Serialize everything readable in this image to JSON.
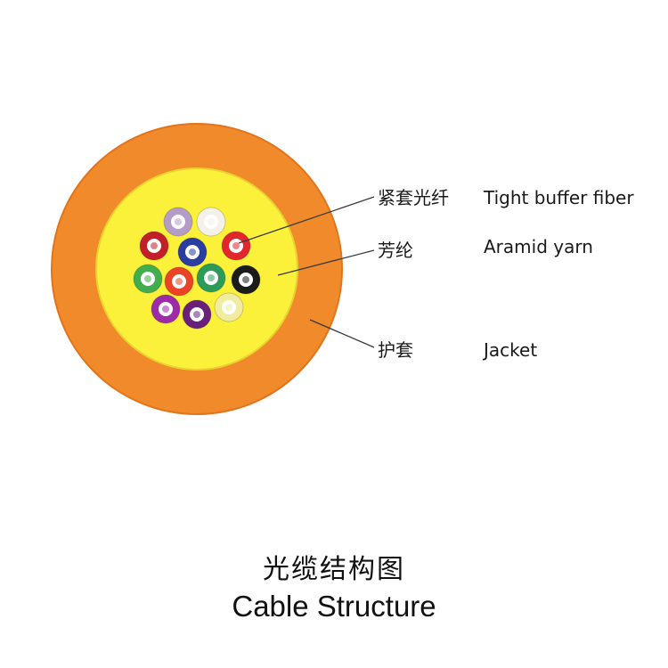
{
  "colors": {
    "jacket": "#f08a2a",
    "jacket_edge": "#e3741a",
    "aramid": "#fbf03a",
    "aramid_edge": "#e9d22e",
    "leader_line": "#3a3a3a"
  },
  "fibers": [
    {
      "name": "lavender",
      "color": "#b49bc8"
    },
    {
      "name": "white",
      "color": "#f3f1ea"
    },
    {
      "name": "dark-red",
      "color": "#c21f28"
    },
    {
      "name": "navy",
      "color": "#2a3da0"
    },
    {
      "name": "red",
      "color": "#e1262e"
    },
    {
      "name": "green",
      "color": "#41ad4e"
    },
    {
      "name": "orange-red",
      "color": "#ea4326"
    },
    {
      "name": "teal-green",
      "color": "#2c9b57"
    },
    {
      "name": "black",
      "color": "#1b1b1b"
    },
    {
      "name": "purple",
      "color": "#9d2aa6"
    },
    {
      "name": "dark-purple",
      "color": "#6a1f7a"
    },
    {
      "name": "cream",
      "color": "#f1eca0"
    }
  ],
  "labels": [
    {
      "cn": "紧套光纤",
      "en": "Tight buffer fiber"
    },
    {
      "cn": "芳纶",
      "en": "Aramid yarn"
    },
    {
      "cn": "护套",
      "en": "Jacket"
    }
  ],
  "title": {
    "cn": "光缆结构图",
    "en": "Cable Structure"
  }
}
